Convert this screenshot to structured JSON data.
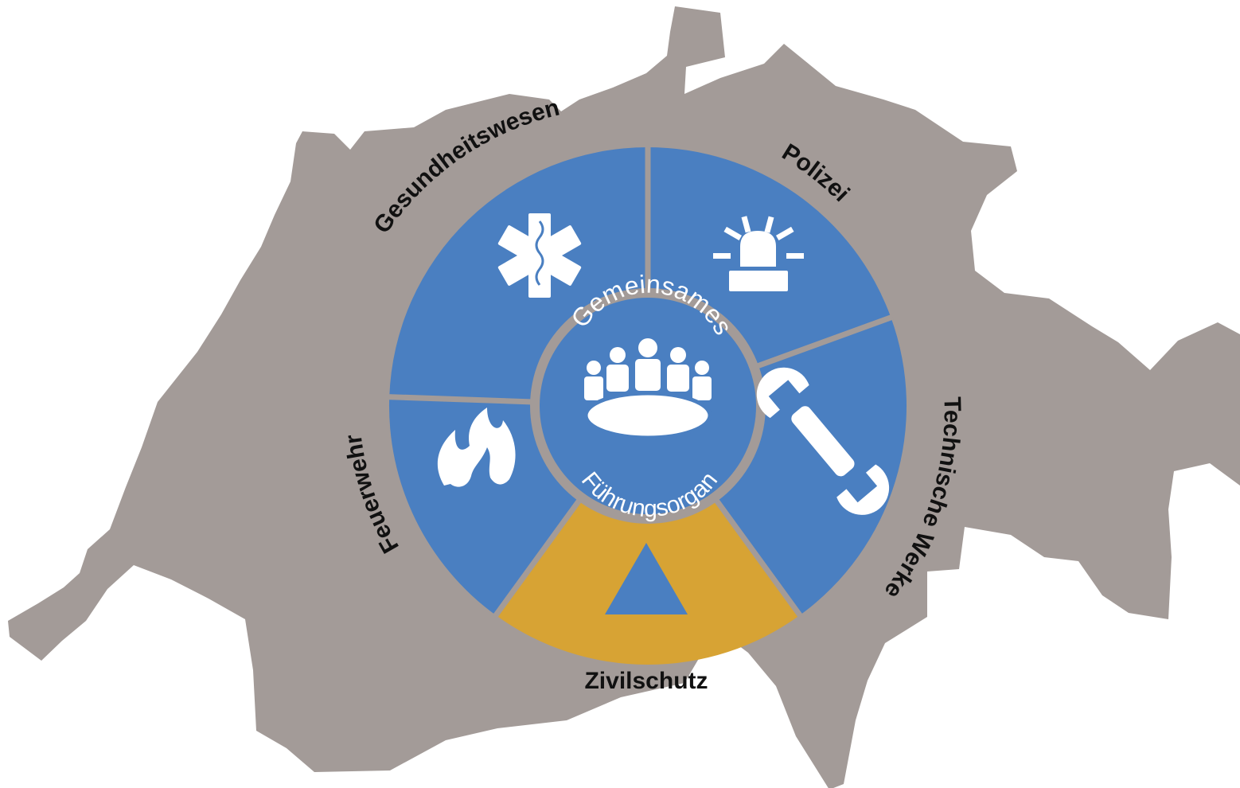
{
  "colors": {
    "map": "#a39b98",
    "segment": "#4a7fc1",
    "highlight": "#d7a334",
    "divider": "#a39b98",
    "text": "#111111",
    "icon": "#ffffff"
  },
  "center": {
    "title_top": "Gemeinsames",
    "title_bottom": "Führungsorgan",
    "icon": "meeting-table-icon"
  },
  "segments": [
    {
      "label": "Gesundheitswesen",
      "icon": "star-of-life-icon"
    },
    {
      "label": "Polizei",
      "icon": "siren-icon"
    },
    {
      "label": "Technische Werke",
      "icon": "wrench-icon"
    },
    {
      "label": "Zivilschutz",
      "icon": "civil-defense-triangle-icon",
      "highlighted": true
    },
    {
      "label": "Feuerwehr",
      "icon": "flame-icon"
    }
  ]
}
